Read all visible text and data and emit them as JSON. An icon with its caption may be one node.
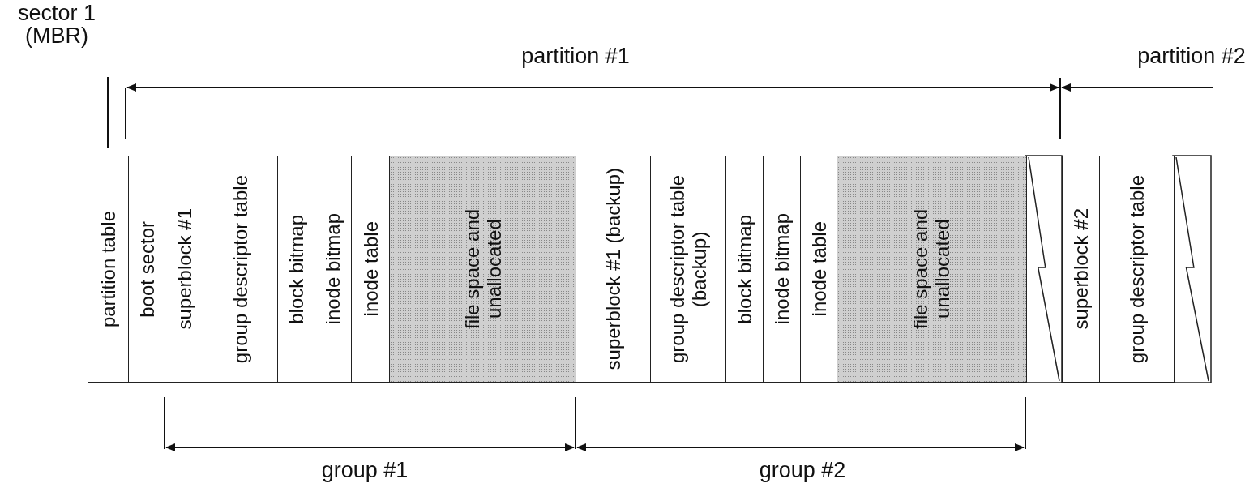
{
  "diagram": {
    "nodes": [
      {
        "text": [
          "partition table"
        ]
      },
      {
        "text": [
          "boot sector"
        ]
      },
      {
        "text": [
          "superblock #1"
        ]
      },
      {
        "text": [
          "group descriptor table"
        ]
      },
      {
        "text": [
          "block bitmap"
        ]
      },
      {
        "text": [
          "inode bitmap"
        ]
      },
      {
        "text": [
          "inode table"
        ]
      },
      {
        "text": [
          "file space and unallocated"
        ]
      },
      {
        "text": [
          "superblock #1 (backup)"
        ]
      },
      {
        "text": [
          "group descriptor table (backup)"
        ]
      },
      {
        "text": [
          "block bitmap"
        ]
      },
      {
        "text": [
          "inode bitmap"
        ]
      },
      {
        "text": [
          "inode table"
        ]
      },
      {
        "text": [
          "file space and unallocated"
        ]
      },
      {
        "text": [
          "superblock #2"
        ]
      },
      {
        "text": [
          "group descriptor table"
        ]
      }
    ],
    "edges": [],
    "labels": [
      "sector 1 (MBR)",
      "partition #1",
      "partition #2",
      "group #1",
      "group #2"
    ]
  }
}
